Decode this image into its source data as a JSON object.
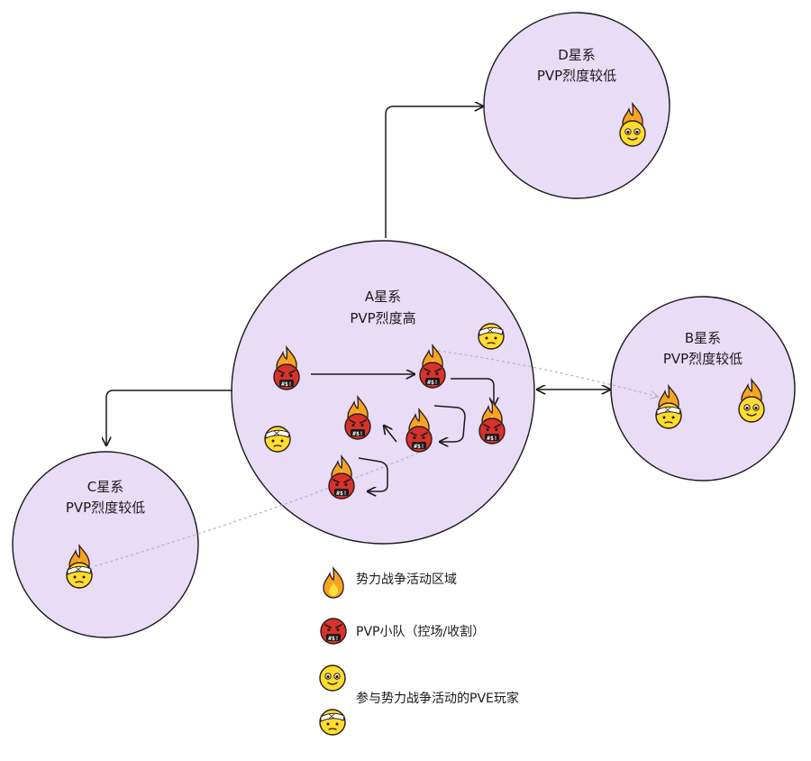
{
  "galaxies": {
    "a": {
      "name": "A星系",
      "pvp_level": "PVP烈度高"
    },
    "b": {
      "name": "B星系",
      "pvp_level": "PVP烈度较低"
    },
    "c": {
      "name": "C星系",
      "pvp_level": "PVP烈度较低"
    },
    "d": {
      "name": "D星系",
      "pvp_level": "PVP烈度较低"
    }
  },
  "legend": {
    "faction_war_zone": "势力战争活动区域",
    "pvp_squad": "PVP小队（控场/收割）",
    "pve_players": "参与势力战争活动的PVE玩家"
  },
  "colors": {
    "galaxy_fill": "#e8dcf7",
    "galaxy_stroke": "#1a1a1a",
    "flame_orange": "#f5a321",
    "flame_yellow": "#ffe13a",
    "angry_red": "#d8322a",
    "face_yellow": "#ffdd2e"
  }
}
